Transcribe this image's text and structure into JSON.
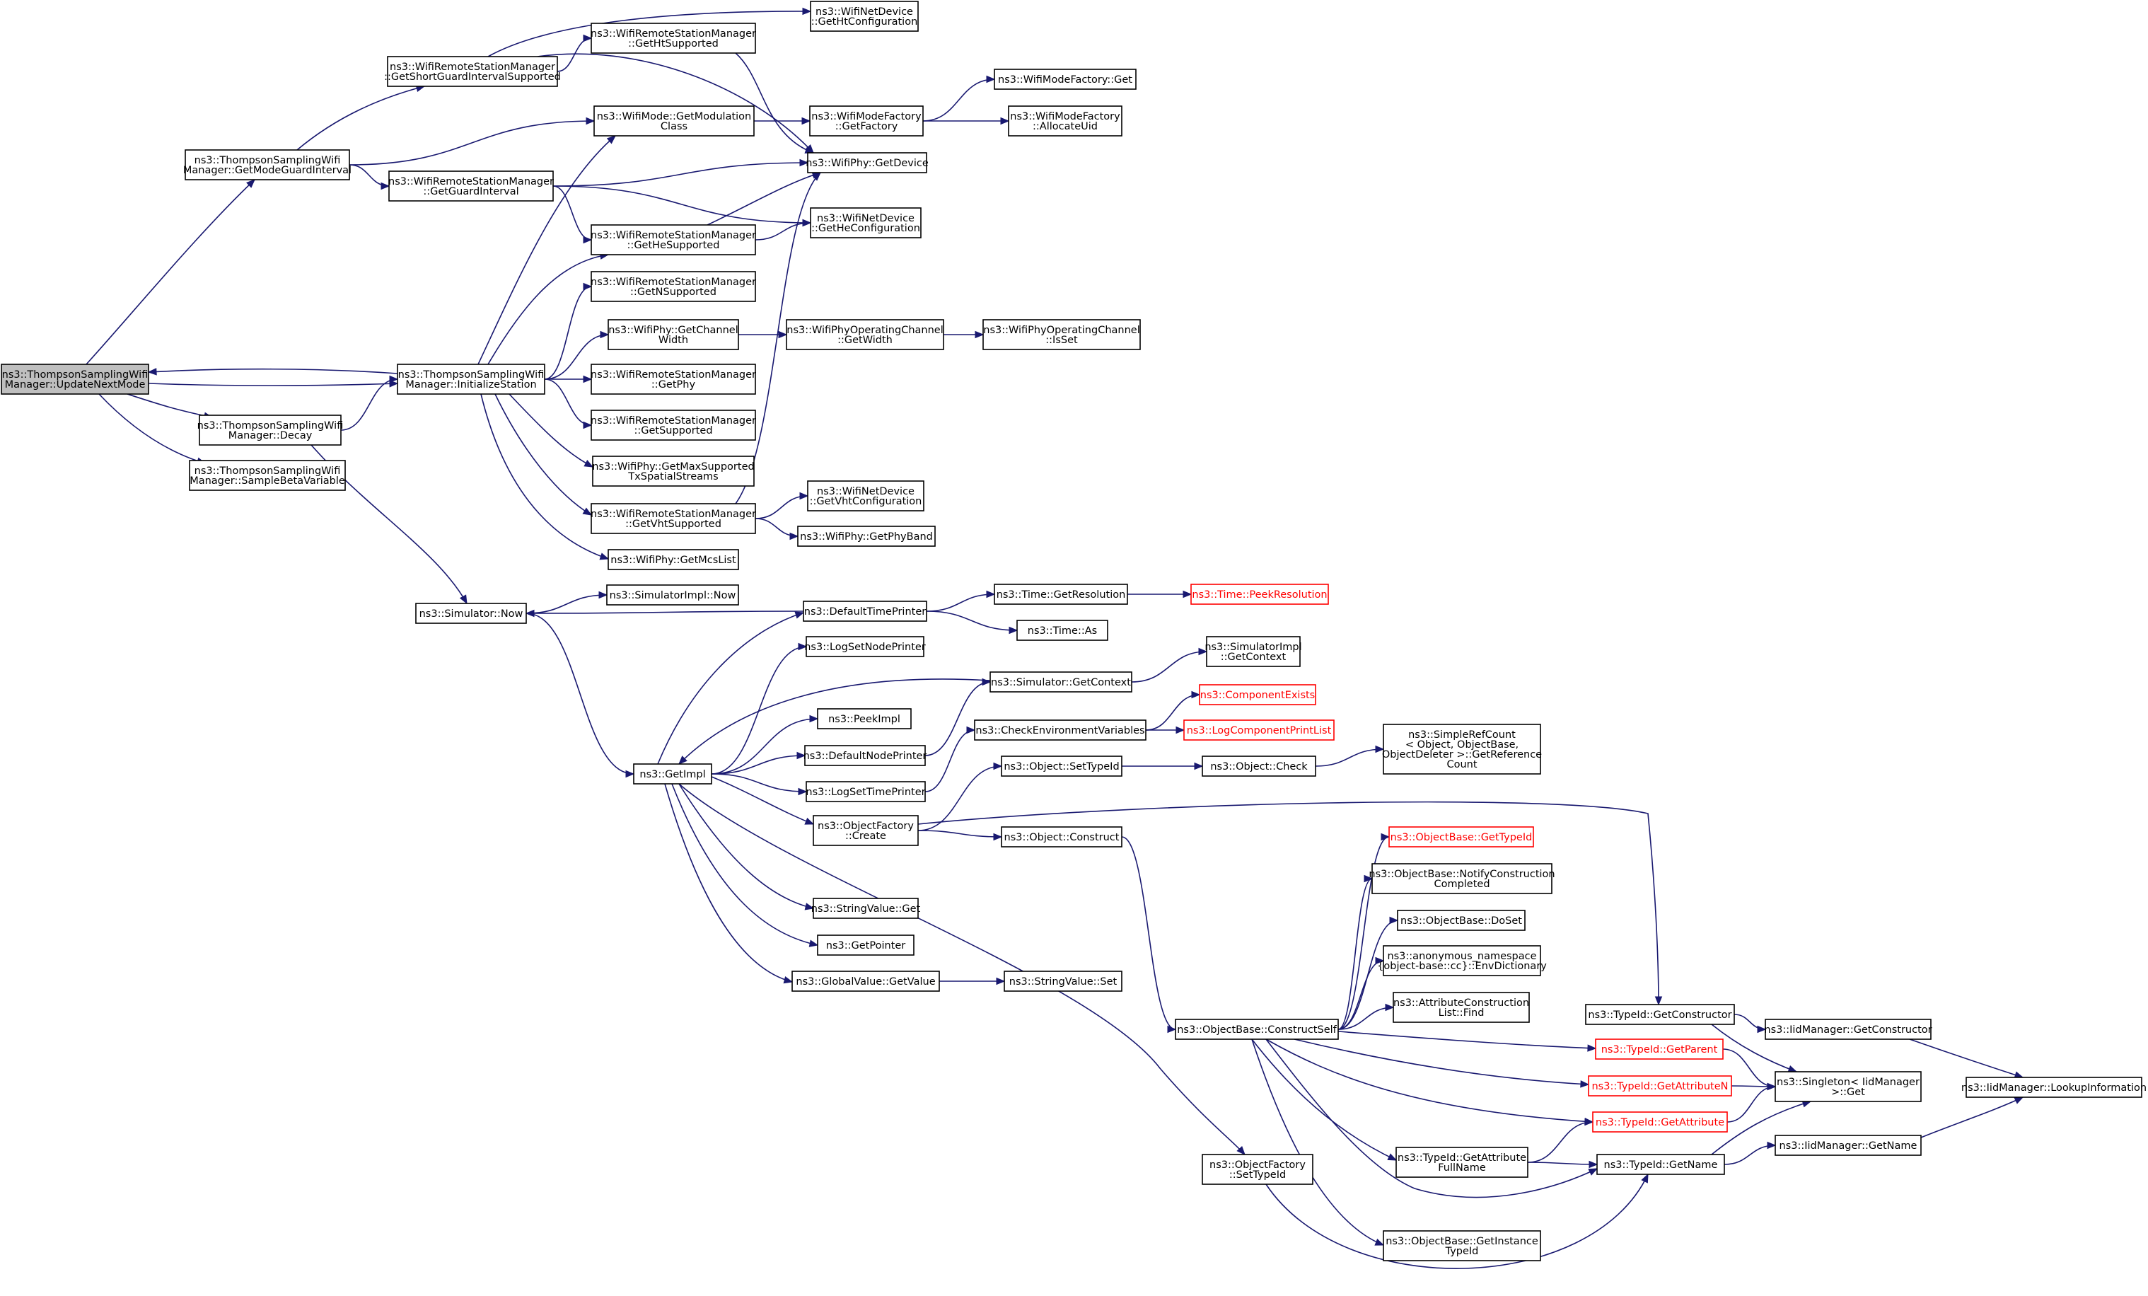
{
  "nodes": [
    {
      "id": "update_next_mode",
      "lines": [
        "ns3::ThompsonSamplingWifi",
        "Manager::UpdateNextMode"
      ],
      "root": true
    },
    {
      "id": "get_mode_guard_interval",
      "lines": [
        "ns3::ThompsonSamplingWifi",
        "Manager::GetModeGuardInterval"
      ]
    },
    {
      "id": "initialize_station",
      "lines": [
        "ns3::ThompsonSamplingWifi",
        "Manager::InitializeStation"
      ]
    },
    {
      "id": "decay",
      "lines": [
        "ns3::ThompsonSamplingWifi",
        "Manager::Decay"
      ]
    },
    {
      "id": "sample_beta_variable",
      "lines": [
        "ns3::ThompsonSamplingWifi",
        "Manager::SampleBetaVariable"
      ]
    },
    {
      "id": "get_short_gi_supported",
      "lines": [
        "ns3::WifiRemoteStationManager",
        "::GetShortGuardIntervalSupported"
      ]
    },
    {
      "id": "rsm_get_guard_interval",
      "lines": [
        "ns3::WifiRemoteStationManager",
        "::GetGuardInterval"
      ]
    },
    {
      "id": "rsm_get_ht_supported",
      "lines": [
        "ns3::WifiRemoteStationManager",
        "::GetHtSupported"
      ]
    },
    {
      "id": "nd_get_ht_configuration",
      "lines": [
        "ns3::WifiNetDevice",
        "::GetHtConfiguration"
      ]
    },
    {
      "id": "mode_get_modulation_class",
      "lines": [
        "ns3::WifiMode::GetModulation",
        "Class"
      ]
    },
    {
      "id": "mf_get_factory",
      "lines": [
        "ns3::WifiModeFactory",
        "::GetFactory"
      ]
    },
    {
      "id": "mf_get",
      "lines": [
        "ns3::WifiModeFactory::Get"
      ]
    },
    {
      "id": "mf_allocate_uid",
      "lines": [
        "ns3::WifiModeFactory",
        "::AllocateUid"
      ]
    },
    {
      "id": "phy_get_device",
      "lines": [
        "ns3::WifiPhy::GetDevice"
      ]
    },
    {
      "id": "nd_get_he_configuration",
      "lines": [
        "ns3::WifiNetDevice",
        "::GetHeConfiguration"
      ]
    },
    {
      "id": "rsm_get_he_supported",
      "lines": [
        "ns3::WifiRemoteStationManager",
        "::GetHeSupported"
      ]
    },
    {
      "id": "rsm_get_n_supported",
      "lines": [
        "ns3::WifiRemoteStationManager",
        "::GetNSupported"
      ]
    },
    {
      "id": "phy_get_channel_width",
      "lines": [
        "ns3::WifiPhy::GetChannel",
        "Width"
      ]
    },
    {
      "id": "poc_get_width",
      "lines": [
        "ns3::WifiPhyOperatingChannel",
        "::GetWidth"
      ]
    },
    {
      "id": "poc_is_set",
      "lines": [
        "ns3::WifiPhyOperatingChannel",
        "::IsSet"
      ]
    },
    {
      "id": "rsm_get_phy",
      "lines": [
        "ns3::WifiRemoteStationManager",
        "::GetPhy"
      ]
    },
    {
      "id": "rsm_get_supported",
      "lines": [
        "ns3::WifiRemoteStationManager",
        "::GetSupported"
      ]
    },
    {
      "id": "phy_get_max_supported_tx",
      "lines": [
        "ns3::WifiPhy::GetMaxSupported",
        "TxSpatialStreams"
      ]
    },
    {
      "id": "rsm_get_vht_supported",
      "lines": [
        "ns3::WifiRemoteStationManager",
        "::GetVhtSupported"
      ]
    },
    {
      "id": "nd_get_vht_configuration",
      "lines": [
        "ns3::WifiNetDevice",
        "::GetVhtConfiguration"
      ]
    },
    {
      "id": "phy_get_phy_band",
      "lines": [
        "ns3::WifiPhy::GetPhyBand"
      ]
    },
    {
      "id": "phy_get_mcs_list",
      "lines": [
        "ns3::WifiPhy::GetMcsList"
      ]
    },
    {
      "id": "simulator_now",
      "lines": [
        "ns3::Simulator::Now"
      ]
    },
    {
      "id": "simimpl_now",
      "lines": [
        "ns3::SimulatorImpl::Now"
      ]
    },
    {
      "id": "default_time_printer",
      "lines": [
        "ns3::DefaultTimePrinter"
      ]
    },
    {
      "id": "time_get_resolution",
      "lines": [
        "ns3::Time::GetResolution"
      ]
    },
    {
      "id": "time_peek_resolution",
      "lines": [
        "ns3::Time::PeekResolution"
      ],
      "red": true
    },
    {
      "id": "time_as",
      "lines": [
        "ns3::Time::As"
      ]
    },
    {
      "id": "log_set_node_printer",
      "lines": [
        "ns3::LogSetNodePrinter"
      ]
    },
    {
      "id": "simulator_get_context",
      "lines": [
        "ns3::Simulator::GetContext"
      ]
    },
    {
      "id": "simimpl_get_context",
      "lines": [
        "ns3::SimulatorImpl",
        "::GetContext"
      ]
    },
    {
      "id": "component_exists",
      "lines": [
        "ns3::ComponentExists"
      ],
      "red": true
    },
    {
      "id": "peek_impl",
      "lines": [
        "ns3::PeekImpl"
      ]
    },
    {
      "id": "check_env_vars",
      "lines": [
        "ns3::CheckEnvironmentVariables"
      ]
    },
    {
      "id": "log_component_print_list",
      "lines": [
        "ns3::LogComponentPrintList"
      ],
      "red": true
    },
    {
      "id": "default_node_printer",
      "lines": [
        "ns3::DefaultNodePrinter"
      ]
    },
    {
      "id": "get_impl",
      "lines": [
        "ns3::GetImpl"
      ]
    },
    {
      "id": "log_set_time_printer",
      "lines": [
        "ns3::LogSetTimePrinter"
      ]
    },
    {
      "id": "object_set_type_id",
      "lines": [
        "ns3::Object::SetTypeId"
      ]
    },
    {
      "id": "object_check",
      "lines": [
        "ns3::Object::Check"
      ]
    },
    {
      "id": "simple_ref_count",
      "lines": [
        "ns3::SimpleRefCount",
        "< Object, ObjectBase,",
        "ObjectDeleter >::GetReference",
        "Count"
      ]
    },
    {
      "id": "object_factory_create",
      "lines": [
        "ns3::ObjectFactory",
        "::Create"
      ]
    },
    {
      "id": "object_construct",
      "lines": [
        "ns3::Object::Construct"
      ]
    },
    {
      "id": "ob_get_type_id",
      "lines": [
        "ns3::ObjectBase::GetTypeId"
      ],
      "red": true
    },
    {
      "id": "ob_notify_construction",
      "lines": [
        "ns3::ObjectBase::NotifyConstruction",
        "Completed"
      ]
    },
    {
      "id": "ob_do_set",
      "lines": [
        "ns3::ObjectBase::DoSet"
      ]
    },
    {
      "id": "anon_env_dictionary",
      "lines": [
        "ns3::anonymous_namespace",
        "{object-base::cc}::EnvDictionary"
      ]
    },
    {
      "id": "string_value_get",
      "lines": [
        "ns3::StringValue::Get"
      ]
    },
    {
      "id": "get_pointer",
      "lines": [
        "ns3::GetPointer"
      ]
    },
    {
      "id": "global_value_get_value",
      "lines": [
        "ns3::GlobalValue::GetValue"
      ]
    },
    {
      "id": "string_value_set",
      "lines": [
        "ns3::StringValue::Set"
      ]
    },
    {
      "id": "attr_construction_list_find",
      "lines": [
        "ns3::AttributeConstruction",
        "List::Find"
      ]
    },
    {
      "id": "ob_construct_self",
      "lines": [
        "ns3::ObjectBase::ConstructSelf"
      ]
    },
    {
      "id": "typeid_get_constructor",
      "lines": [
        "ns3::TypeId::GetConstructor"
      ]
    },
    {
      "id": "iid_get_constructor",
      "lines": [
        "ns3::IidManager::GetConstructor"
      ]
    },
    {
      "id": "typeid_get_parent",
      "lines": [
        "ns3::TypeId::GetParent"
      ],
      "red": true
    },
    {
      "id": "iid_lookup_information",
      "lines": [
        "ns3::IidManager::LookupInformation"
      ]
    },
    {
      "id": "typeid_get_attribute_n",
      "lines": [
        "ns3::TypeId::GetAttributeN"
      ],
      "red": true
    },
    {
      "id": "singleton_get",
      "lines": [
        "ns3::Singleton< IidManager",
        " >::Get"
      ]
    },
    {
      "id": "typeid_get_attribute",
      "lines": [
        "ns3::TypeId::GetAttribute"
      ],
      "red": true
    },
    {
      "id": "iid_get_name",
      "lines": [
        "ns3::IidManager::GetName"
      ]
    },
    {
      "id": "typeid_get_attr_full_name",
      "lines": [
        "ns3::TypeId::GetAttribute",
        "FullName"
      ]
    },
    {
      "id": "typeid_get_name",
      "lines": [
        "ns3::TypeId::GetName"
      ]
    },
    {
      "id": "object_factory_set_type_id",
      "lines": [
        "ns3::ObjectFactory",
        "::SetTypeId"
      ]
    },
    {
      "id": "ob_get_instance_type_id",
      "lines": [
        "ns3::ObjectBase::GetInstance",
        "TypeId"
      ]
    }
  ],
  "edges": [
    [
      "update_next_mode",
      "get_mode_guard_interval"
    ],
    [
      "update_next_mode",
      "initialize_station"
    ],
    [
      "update_next_mode",
      "decay"
    ],
    [
      "update_next_mode",
      "sample_beta_variable"
    ],
    [
      "initialize_station",
      "update_next_mode"
    ],
    [
      "get_mode_guard_interval",
      "get_short_gi_supported"
    ],
    [
      "get_mode_guard_interval",
      "mode_get_modulation_class"
    ],
    [
      "get_mode_guard_interval",
      "rsm_get_guard_interval"
    ],
    [
      "get_short_gi_supported",
      "nd_get_ht_configuration"
    ],
    [
      "get_short_gi_supported",
      "rsm_get_ht_supported"
    ],
    [
      "get_short_gi_supported",
      "phy_get_device"
    ],
    [
      "rsm_get_ht_supported",
      "phy_get_device"
    ],
    [
      "rsm_get_guard_interval",
      "phy_get_device"
    ],
    [
      "rsm_get_guard_interval",
      "nd_get_he_configuration"
    ],
    [
      "rsm_get_guard_interval",
      "rsm_get_he_supported"
    ],
    [
      "mode_get_modulation_class",
      "mf_get_factory"
    ],
    [
      "mf_get_factory",
      "mf_get"
    ],
    [
      "mf_get_factory",
      "mf_allocate_uid"
    ],
    [
      "rsm_get_he_supported",
      "phy_get_device"
    ],
    [
      "rsm_get_he_supported",
      "nd_get_he_configuration"
    ],
    [
      "initialize_station",
      "mode_get_modulation_class"
    ],
    [
      "initialize_station",
      "rsm_get_he_supported"
    ],
    [
      "initialize_station",
      "rsm_get_n_supported"
    ],
    [
      "initialize_station",
      "phy_get_channel_width"
    ],
    [
      "initialize_station",
      "rsm_get_phy"
    ],
    [
      "initialize_station",
      "rsm_get_supported"
    ],
    [
      "initialize_station",
      "phy_get_max_supported_tx"
    ],
    [
      "initialize_station",
      "rsm_get_vht_supported"
    ],
    [
      "initialize_station",
      "phy_get_mcs_list"
    ],
    [
      "phy_get_channel_width",
      "poc_get_width"
    ],
    [
      "poc_get_width",
      "poc_is_set"
    ],
    [
      "rsm_get_vht_supported",
      "phy_get_device"
    ],
    [
      "rsm_get_vht_supported",
      "nd_get_vht_configuration"
    ],
    [
      "rsm_get_vht_supported",
      "phy_get_phy_band"
    ],
    [
      "decay",
      "initialize_station"
    ],
    [
      "decay",
      "simulator_now"
    ],
    [
      "simulator_now",
      "simimpl_now"
    ],
    [
      "simulator_now",
      "get_impl"
    ],
    [
      "default_time_printer",
      "simulator_now"
    ],
    [
      "default_time_printer",
      "time_get_resolution"
    ],
    [
      "default_time_printer",
      "time_as"
    ],
    [
      "time_get_resolution",
      "time_peek_resolution"
    ],
    [
      "simulator_get_context",
      "simimpl_get_context"
    ],
    [
      "simulator_get_context",
      "get_impl"
    ],
    [
      "check_env_vars",
      "component_exists"
    ],
    [
      "check_env_vars",
      "log_component_print_list"
    ],
    [
      "default_node_printer",
      "simulator_get_context"
    ],
    [
      "log_set_time_printer",
      "check_env_vars"
    ],
    [
      "get_impl",
      "default_time_printer"
    ],
    [
      "get_impl",
      "log_set_node_printer"
    ],
    [
      "get_impl",
      "peek_impl"
    ],
    [
      "get_impl",
      "default_node_printer"
    ],
    [
      "get_impl",
      "log_set_time_printer"
    ],
    [
      "get_impl",
      "object_factory_create"
    ],
    [
      "get_impl",
      "string_value_get"
    ],
    [
      "get_impl",
      "get_pointer"
    ],
    [
      "get_impl",
      "global_value_get_value"
    ],
    [
      "get_impl",
      "object_factory_set_type_id"
    ],
    [
      "global_value_get_value",
      "string_value_set"
    ],
    [
      "object_factory_create",
      "object_set_type_id"
    ],
    [
      "object_factory_create",
      "object_construct"
    ],
    [
      "object_factory_create",
      "typeid_get_constructor"
    ],
    [
      "object_set_type_id",
      "object_check"
    ],
    [
      "object_check",
      "simple_ref_count"
    ],
    [
      "object_construct",
      "ob_construct_self"
    ],
    [
      "ob_construct_self",
      "ob_get_type_id"
    ],
    [
      "ob_construct_self",
      "ob_notify_construction"
    ],
    [
      "ob_construct_self",
      "ob_do_set"
    ],
    [
      "ob_construct_self",
      "anon_env_dictionary"
    ],
    [
      "ob_construct_self",
      "attr_construction_list_find"
    ],
    [
      "ob_construct_self",
      "typeid_get_parent"
    ],
    [
      "ob_construct_self",
      "typeid_get_attribute_n"
    ],
    [
      "ob_construct_self",
      "typeid_get_attribute"
    ],
    [
      "ob_construct_self",
      "typeid_get_attr_full_name"
    ],
    [
      "ob_construct_self",
      "typeid_get_name"
    ],
    [
      "ob_construct_self",
      "ob_get_instance_type_id"
    ],
    [
      "typeid_get_constructor",
      "iid_get_constructor"
    ],
    [
      "typeid_get_constructor",
      "singleton_get"
    ],
    [
      "iid_get_constructor",
      "iid_lookup_information"
    ],
    [
      "typeid_get_parent",
      "singleton_get"
    ],
    [
      "typeid_get_attribute_n",
      "singleton_get"
    ],
    [
      "typeid_get_attribute",
      "singleton_get"
    ],
    [
      "typeid_get_attr_full_name",
      "typeid_get_attribute"
    ],
    [
      "typeid_get_attr_full_name",
      "typeid_get_name"
    ],
    [
      "typeid_get_name",
      "singleton_get"
    ],
    [
      "typeid_get_name",
      "iid_get_name"
    ],
    [
      "iid_get_name",
      "iid_lookup_information"
    ],
    [
      "object_factory_set_type_id",
      "typeid_get_name"
    ]
  ],
  "colors": {
    "edge": "#191970",
    "root_fill": "#bfbfbf",
    "red_border": "#ff0000"
  }
}
